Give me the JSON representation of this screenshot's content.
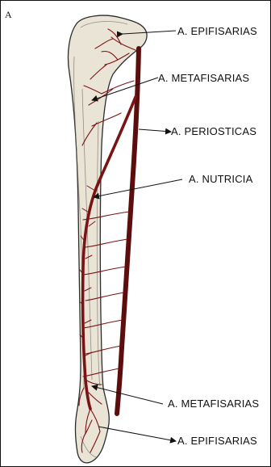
{
  "figure": {
    "panel_letter": "A"
  },
  "labels": {
    "epifisarias_upper": "A. EPIFISARIAS",
    "metafisarias_upper": "A. METAFISARIAS",
    "periosticas": "A. PERIOSTICAS",
    "nutricia": "A. NUTRICIA",
    "metafisarias_lower": "A. METAFISARIAS",
    "epifisarias_lower": "A. EPIFISARIAS"
  },
  "colors": {
    "artery": "#7a1414",
    "artery_dark": "#5c0d0d",
    "bone": "#e9e4d6",
    "ink": "#111111"
  }
}
